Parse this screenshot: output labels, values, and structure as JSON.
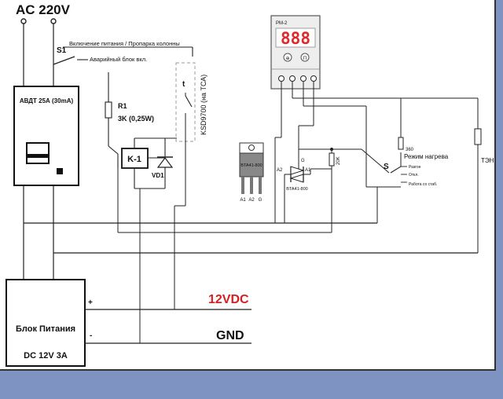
{
  "supply_label": "AC 220V",
  "switch_label": "S1",
  "switch_pos1": "Включение питания / Пропарка колонны",
  "switch_pos2": "Аварийный блок вкл.",
  "breaker_label": "АВДТ 25А (30mA)",
  "resistor_name": "R1",
  "resistor_value": "3K (0,25W)",
  "relay_label": "K-1",
  "diode_label": "VD1",
  "thermo_switch_symbol": "t",
  "thermo_switch_label": "KSD9700 (на ТСА)",
  "controller_model": "PM-2",
  "controller_display": "888",
  "controller_btn1": "⊕",
  "controller_btn2": "П",
  "triac_model": "BTA41-800",
  "triac_pins": [
    "A1",
    "A2",
    "G"
  ],
  "triac_sym_a2": "A2",
  "triac_sym_a1": "A1",
  "triac_sym_g": "G",
  "triac_sym_model": "BTA41-800",
  "pot_label": "20K",
  "selector_label": "S",
  "pot2_value": "360",
  "mode_label": "Режим нагрева",
  "mode_options": [
    "Разгон",
    "Откл.",
    "Работа со стаб."
  ],
  "heater_label": "ТЭН",
  "psu_title": "Блок Питания",
  "psu_rating": "DC 12V 3A",
  "psu_plus": "+",
  "psu_minus": "-",
  "rail_12v": "12VDC",
  "rail_gnd": "GND",
  "colors": {
    "rail_12v": "#d42020",
    "background": "#7f93c2",
    "wire": "#222222",
    "display_red": "#e02828",
    "controller_box": "#eeeeee"
  }
}
